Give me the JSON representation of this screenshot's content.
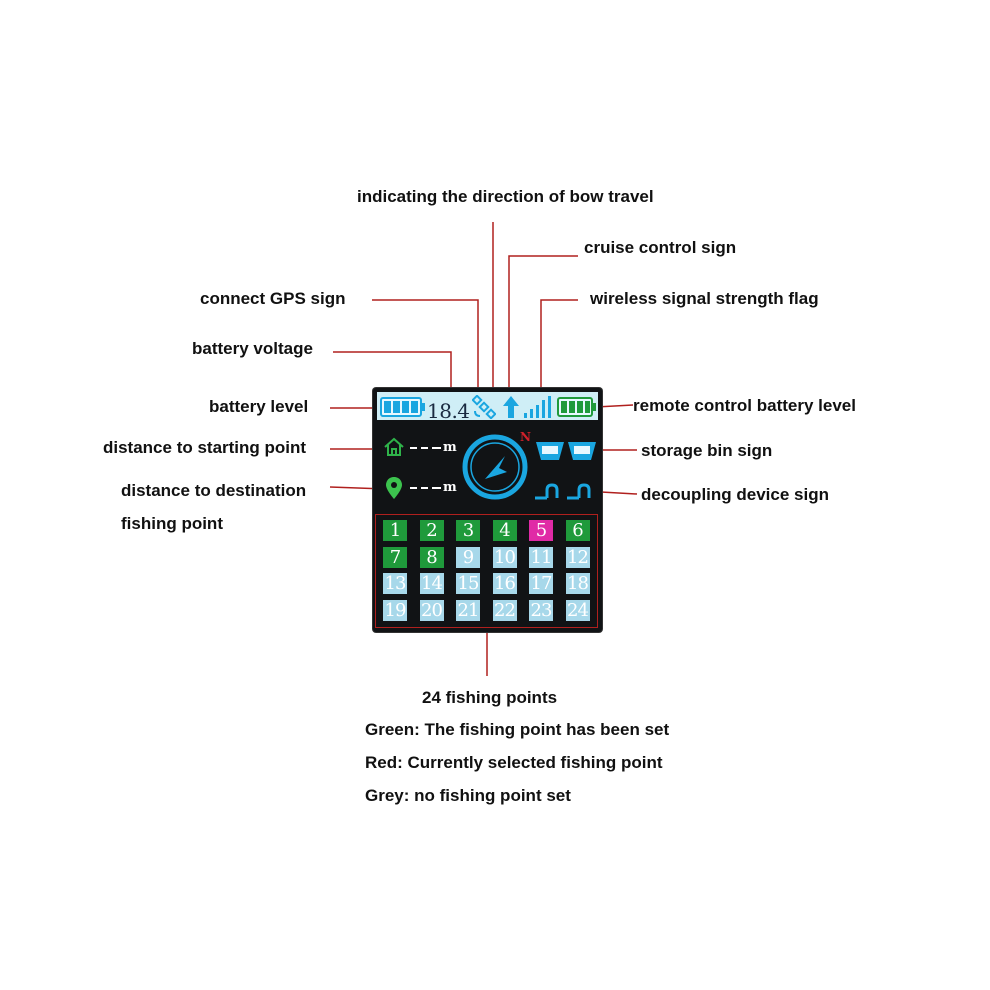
{
  "labels": {
    "bow_direction": "indicating the direction of bow travel",
    "cruise_control": "cruise control sign",
    "connect_gps": "connect GPS sign",
    "wireless_signal": "wireless signal strength flag",
    "battery_voltage": "battery voltage",
    "battery_level": "battery level",
    "remote_battery": "remote control battery level",
    "distance_start": "distance to starting point",
    "storage_bin": "storage bin sign",
    "distance_dest_line1": "distance to destination",
    "distance_dest_line2": "fishing point",
    "decoupling": "decoupling device sign"
  },
  "legend": {
    "title": "24 fishing points",
    "green": "Green: The fishing point has been set",
    "red": "Red: Currently selected fishing point",
    "grey": "Grey: no fishing point set"
  },
  "screen": {
    "voltage": "18.4",
    "north": "N",
    "distance_start_unit": "m",
    "distance_dest_unit": "m",
    "icons": {
      "battery": "battery-icon",
      "gps": "satellite-icon",
      "cruise": "up-arrow-icon",
      "signal": "signal-bars-icon",
      "remote_battery": "battery-icon",
      "home": "home-icon",
      "pin": "location-pin-icon",
      "compass": "compass-icon",
      "bin": "storage-bin-icon",
      "hook": "decoupling-hook-icon"
    },
    "fishing_points": [
      {
        "n": "1",
        "state": "set"
      },
      {
        "n": "2",
        "state": "set"
      },
      {
        "n": "3",
        "state": "set"
      },
      {
        "n": "4",
        "state": "set"
      },
      {
        "n": "5",
        "state": "selected"
      },
      {
        "n": "6",
        "state": "set"
      },
      {
        "n": "7",
        "state": "set"
      },
      {
        "n": "8",
        "state": "set"
      },
      {
        "n": "9",
        "state": "unset"
      },
      {
        "n": "10",
        "state": "unset"
      },
      {
        "n": "11",
        "state": "unset"
      },
      {
        "n": "12",
        "state": "unset"
      },
      {
        "n": "13",
        "state": "unset"
      },
      {
        "n": "14",
        "state": "unset"
      },
      {
        "n": "15",
        "state": "unset"
      },
      {
        "n": "16",
        "state": "unset"
      },
      {
        "n": "17",
        "state": "unset"
      },
      {
        "n": "18",
        "state": "unset"
      },
      {
        "n": "19",
        "state": "unset"
      },
      {
        "n": "20",
        "state": "unset"
      },
      {
        "n": "21",
        "state": "unset"
      },
      {
        "n": "22",
        "state": "unset"
      },
      {
        "n": "23",
        "state": "unset"
      },
      {
        "n": "24",
        "state": "unset"
      }
    ]
  },
  "colors": {
    "set": "#1f9a3b",
    "selected": "#e02aa6",
    "unset": "#a7d8ea",
    "leader": "#b0201e",
    "screen_accent": "#1aa6e0"
  }
}
